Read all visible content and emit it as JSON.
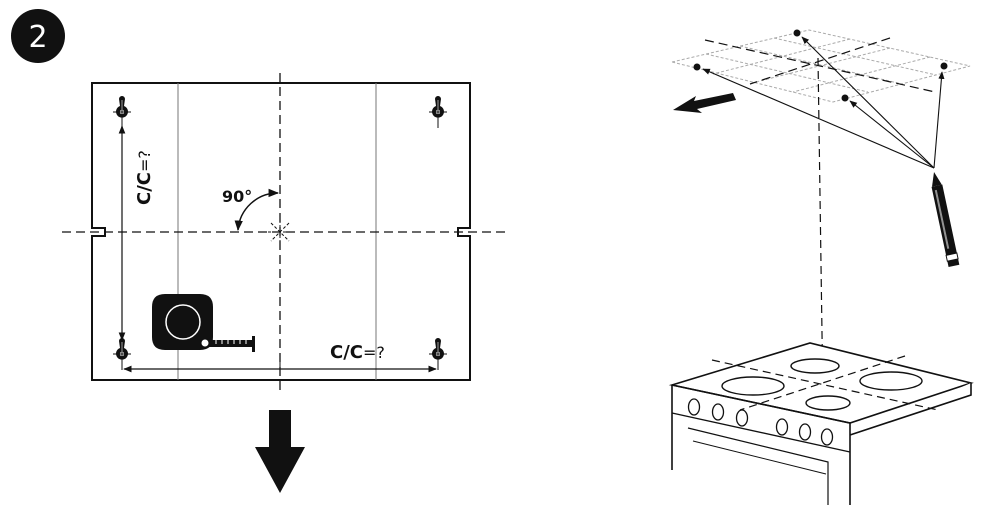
{
  "step": {
    "number": "2"
  },
  "template": {
    "cc_vertical": {
      "prefix": "C/C",
      "suffix": "=?"
    },
    "cc_horizontal": {
      "prefix": "C/C",
      "suffix": "=?"
    },
    "angle_label": "90°"
  },
  "icons": [
    "step-badge-icon",
    "keyhole-mount-icon",
    "tape-measure-icon",
    "down-arrow-icon",
    "pencil-icon",
    "direction-arrow-icon",
    "cooktop-icon"
  ],
  "colors": {
    "ink": "#111111",
    "grid": "#9a9a9a",
    "background": "#ffffff"
  }
}
